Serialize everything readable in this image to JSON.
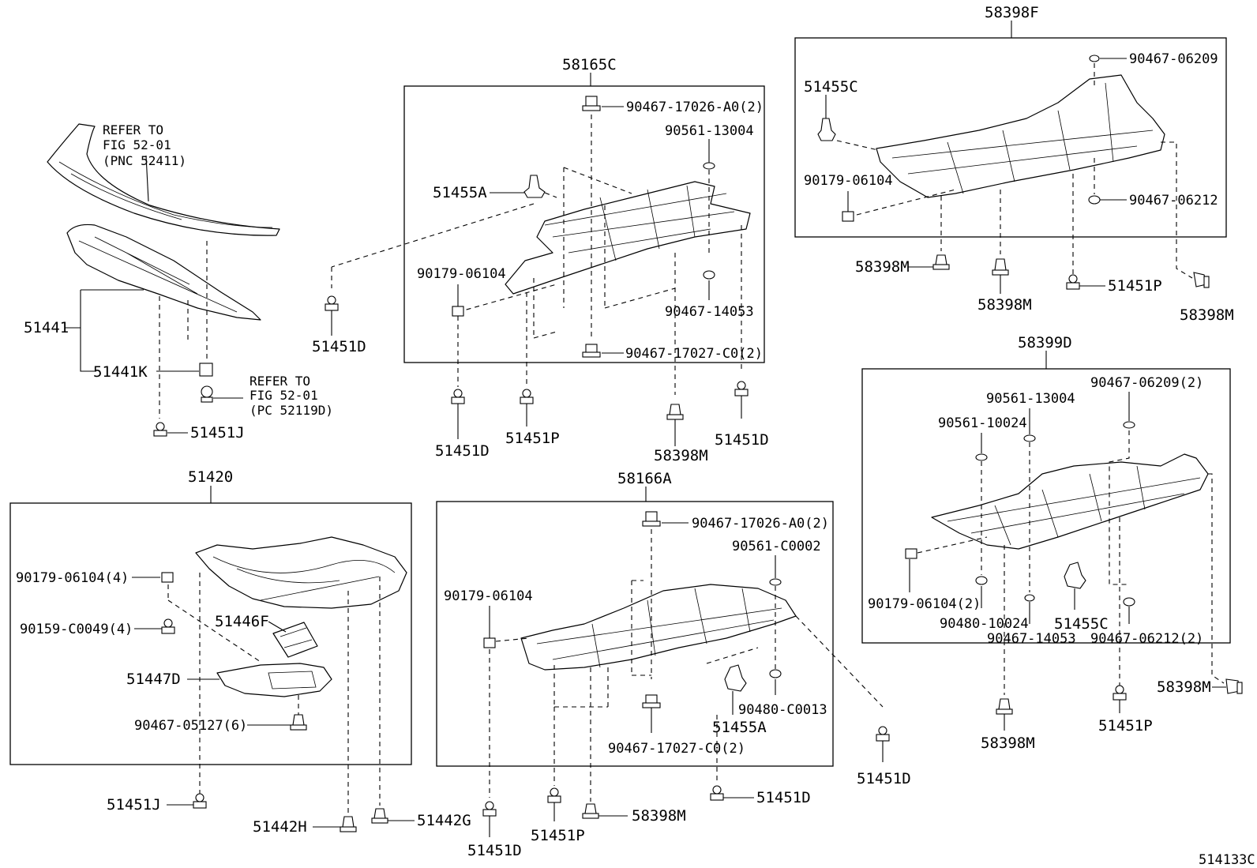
{
  "diagram_id": "514133C",
  "groups": {
    "g58398F": "58398F",
    "g58165C": "58165C",
    "g58399D": "58399D",
    "g51420": "51420",
    "g58166A": "58166A"
  },
  "labels": {
    "ref1_l1": "REFER TO",
    "ref1_l2": "FIG 52-01",
    "ref1_l3": "(PNC 52411)",
    "ref2_l1": "REFER TO",
    "ref2_l2": "FIG 52-01",
    "ref2_l3": "(PC 52119D)",
    "p51441": "51441",
    "p51441K": "51441K",
    "p51451J_a": "51451J",
    "p51455A_a": "51455A",
    "p90467_17026_a": "90467-17026-A0(2)",
    "p90561_13004_a": "90561-13004",
    "p90179_06104_a": "90179-06104",
    "p90467_14053_a": "90467-14053",
    "p90467_17027_a": "90467-17027-C0(2)",
    "p51451D_a": "51451D",
    "p51451D_b": "51451D",
    "p51451P_a": "51451P",
    "p58398M_a": "58398M",
    "p51451D_c": "51451D",
    "p51455C_a": "51455C",
    "p90467_06209_a": "90467-06209",
    "p90179_06104_b": "90179-06104",
    "p90467_06212_a": "90467-06212",
    "p58398M_b": "58398M",
    "p58398M_c": "58398M",
    "p51451P_b": "51451P",
    "p58398M_d": "58398M",
    "p90467_06209_b": "90467-06209(2)",
    "p90561_13004_b": "90561-13004",
    "p90561_10024": "90561-10024",
    "p90179_06104_c": "90179-06104(2)",
    "p90480_10024": "90480-10024",
    "p51455C_b": "51455C",
    "p90467_14053_b": "90467-14053",
    "p90467_06212_b": "90467-06212(2)",
    "p58398M_e": "58398M",
    "p58398M_f": "58398M",
    "p51451P_c": "51451P",
    "p90179_06104_d": "90179-06104(4)",
    "p90159_C0049": "90159-C0049(4)",
    "p51446F": "51446F",
    "p51447D": "51447D",
    "p90467_05127": "90467-05127(6)",
    "p51451J_b": "51451J",
    "p51442H": "51442H",
    "p51442G": "51442G",
    "p90467_17026_b": "90467-17026-A0(2)",
    "p90561_C0002": "90561-C0002",
    "p90179_06104_e": "90179-06104",
    "p90480_C0013": "90480-C0013",
    "p51455A_b": "51455A",
    "p90467_17027_b": "90467-17027-C0(2)",
    "p51451D_d": "51451D",
    "p51451D_e": "51451D",
    "p51451D_f": "51451D",
    "p51451P_d": "51451P",
    "p58398M_g": "58398M"
  }
}
